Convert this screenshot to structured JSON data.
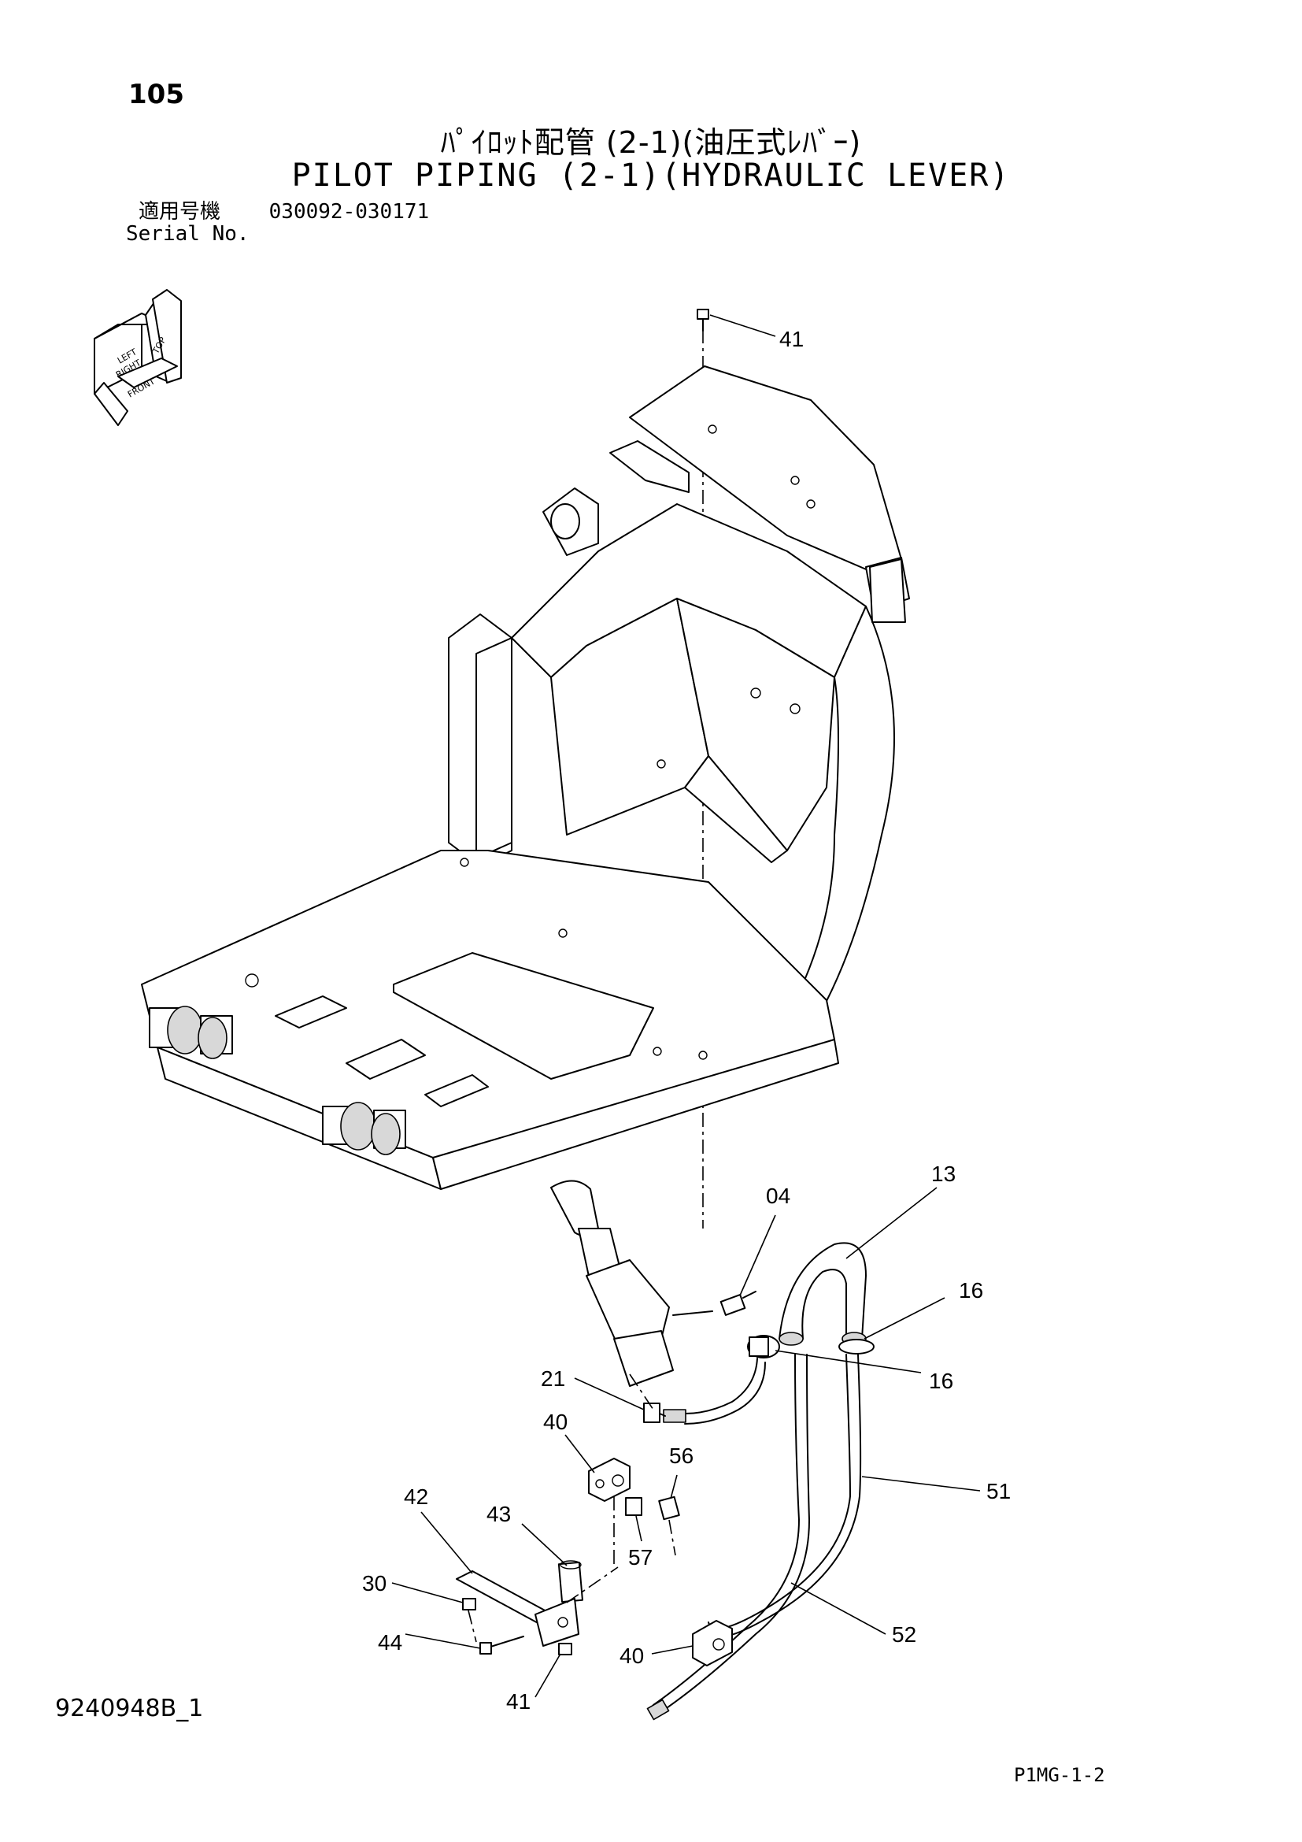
{
  "page_number": "105",
  "title": {
    "japanese": "ﾊﾟｲﾛｯﾄ配管 (2-1)(油圧式ﾚﾊﾞｰ)",
    "english": "PILOT PIPING (2-1)(HYDRAULIC LEVER)"
  },
  "serial": {
    "label_jp": "適用号機",
    "label_en": "Serial No.",
    "range": "030092-030171"
  },
  "orientation_icon": {
    "name": "orientation-cube-icon",
    "labels": [
      "TOP",
      "LEFT",
      "RIGHT",
      "FRONT"
    ]
  },
  "callouts": [
    "41",
    "13",
    "04",
    "16",
    "16",
    "21",
    "40",
    "56",
    "51",
    "42",
    "43",
    "57",
    "30",
    "44",
    "52",
    "40",
    "41"
  ],
  "doc_code": "9240948B_1",
  "page_code": "P1MG-1-2"
}
